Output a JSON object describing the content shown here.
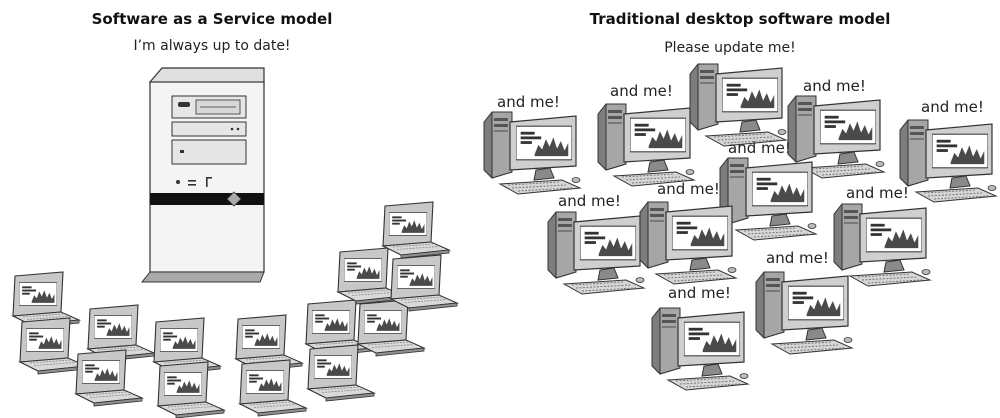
{
  "saas": {
    "title": "Software as a Service model",
    "caption": "I’m always up to date!"
  },
  "desktop": {
    "title": "Traditional desktop software model",
    "caption": "Please update me!",
    "bubbles": [
      "and me!",
      "and me!",
      "and me!",
      "and me!",
      "and me!",
      "and me!",
      "and me!",
      "and me!",
      "and me!"
    ]
  },
  "icons": {
    "server": "server-tower-icon",
    "laptop": "laptop-icon",
    "desktop": "desktop-computer-icon"
  },
  "colors": {
    "metal_light": "#f2f2f2",
    "metal_mid": "#bdbdbd",
    "metal_dark": "#6e6e6e",
    "outline": "#3a3a3a",
    "screen_bg": "#ffffff",
    "screen_graph": "#5a5a5a"
  }
}
